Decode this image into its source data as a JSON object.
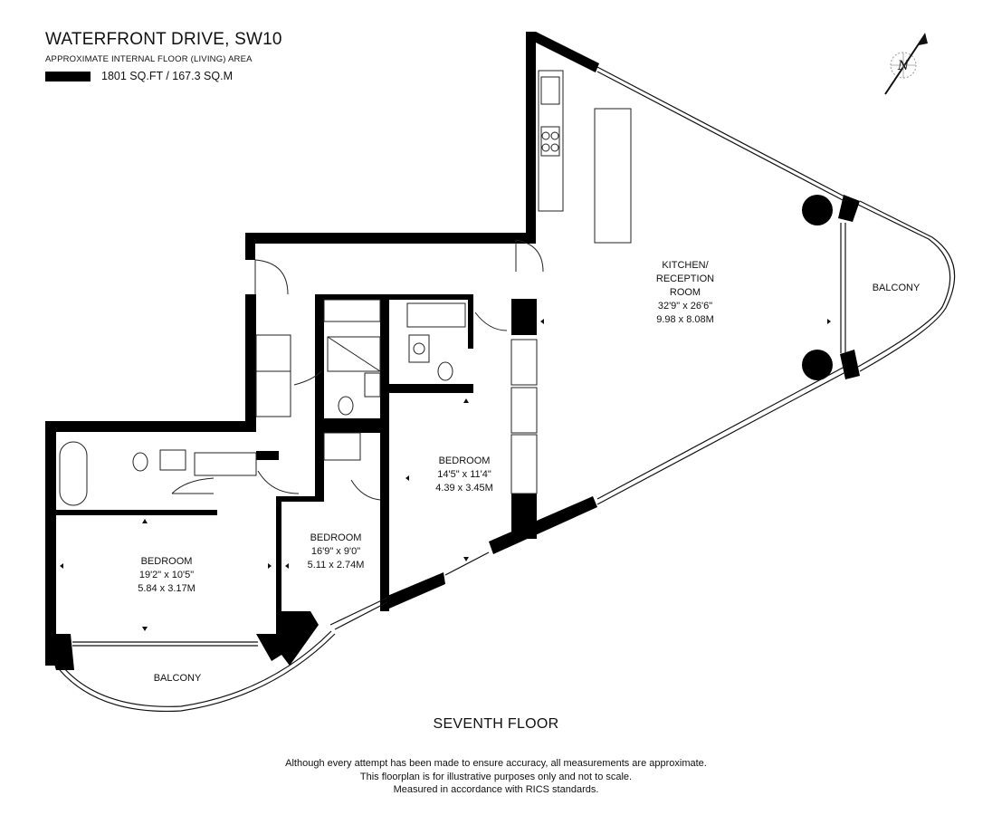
{
  "header": {
    "title": "WATERFRONT DRIVE, SW10",
    "subtitle": "APPROXIMATE INTERNAL FLOOR (LIVING) AREA",
    "area": "1801 SQ.FT / 167.3 SQ.M"
  },
  "compass": {
    "letter": "N"
  },
  "rooms": {
    "kitchen": {
      "line1": "KITCHEN/",
      "line2": "RECEPTION",
      "line3": "ROOM",
      "imperial": "32'9\" x 26'6\"",
      "metric": "9.98 x 8.08M"
    },
    "balcony_right": {
      "name": "BALCONY"
    },
    "bedroom_mid": {
      "name": "BEDROOM",
      "imperial": "14'5\" x 11'4\"",
      "metric": "4.39 x 3.45M"
    },
    "bedroom_small": {
      "name": "BEDROOM",
      "imperial": "16'9\" x 9'0\"",
      "metric": "5.11 x 2.74M"
    },
    "bedroom_main": {
      "name": "BEDROOM",
      "imperial": "19'2\" x 10'5\"",
      "metric": "5.84 x 3.17M"
    },
    "balcony_left": {
      "name": "BALCONY"
    }
  },
  "floor_label": "SEVENTH FLOOR",
  "disclaimer": [
    "Although every attempt has been made to ensure accuracy, all measurements are approximate.",
    "This floorplan is for illustrative purposes only and not to scale.",
    "Measured in accordance with RICS standards."
  ]
}
